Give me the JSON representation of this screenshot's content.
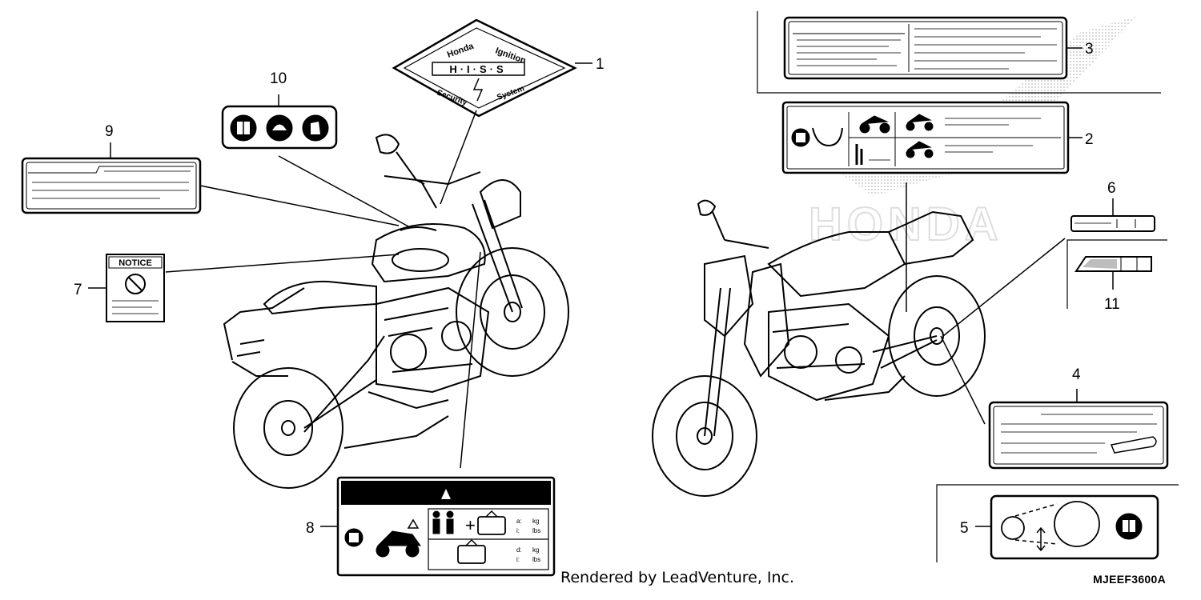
{
  "diagram": {
    "callouts": [
      {
        "id": "1",
        "label": "1"
      },
      {
        "id": "2",
        "label": "2"
      },
      {
        "id": "3",
        "label": "3"
      },
      {
        "id": "4",
        "label": "4"
      },
      {
        "id": "5",
        "label": "5"
      },
      {
        "id": "6",
        "label": "6"
      },
      {
        "id": "7",
        "label": "7"
      },
      {
        "id": "8",
        "label": "8"
      },
      {
        "id": "9",
        "label": "9"
      },
      {
        "id": "10",
        "label": "10"
      },
      {
        "id": "11",
        "label": "11"
      }
    ],
    "hiss_label": {
      "top": "Honda",
      "top_right": "Ignition",
      "middle": "H·I·S·S",
      "bottom_left": "Security",
      "bottom_right": "System"
    },
    "notice_label": {
      "heading": "NOTICE"
    },
    "load_label": {
      "unit_kg": "kg",
      "unit_lbs": "lbs",
      "sym_a": "a:",
      "sym_i": "i:",
      "sym_d": "d:"
    },
    "background_mark": "HONDA"
  },
  "footer": {
    "rendered_by": "Rendered by LeadVenture, Inc.",
    "diagram_code": "MJEEF3600A"
  }
}
